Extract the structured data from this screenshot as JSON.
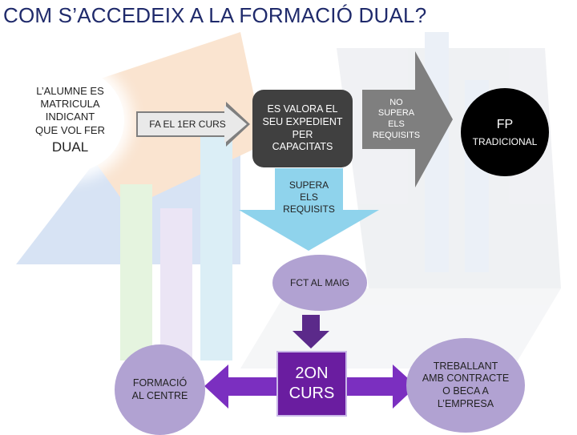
{
  "title": "COM S’ACCEDEIX A LA FORMACIÓ DUAL?",
  "nodes": {
    "start": {
      "line": "L’ALUMNE ES\nMATRICULA\nINDICANT\nQUE VOL FER",
      "big": "DUAL"
    },
    "first_course": "FA EL 1ER CURS",
    "evaluate": "ES VALORA EL\nSEU EXPEDIENT\nPER\nCAPACITATS",
    "not_meet": "NO\nSUPERA\nELS\nREQUISITS",
    "fp": {
      "a": "FP",
      "b": "TRADICIONAL"
    },
    "meets": "SUPERA\nELS\nREQUISITS",
    "fct": "FCT AL MAIG",
    "second_course": "2ON\nCURS",
    "school_training": "FORMACIÓ\nAL CENTRE",
    "working": "TREBALLANT\nAMB CONTRACTE\nO BECA A\nL’EMPRESA"
  },
  "colors": {
    "title": "#1f2a6b",
    "dark_box": "#404040",
    "gray_arrow": "#7f7f7f",
    "light_arrow": "#8fd3ec",
    "lavender": "#b1a2d2",
    "purple": "#6a1da0",
    "black": "#000000"
  }
}
